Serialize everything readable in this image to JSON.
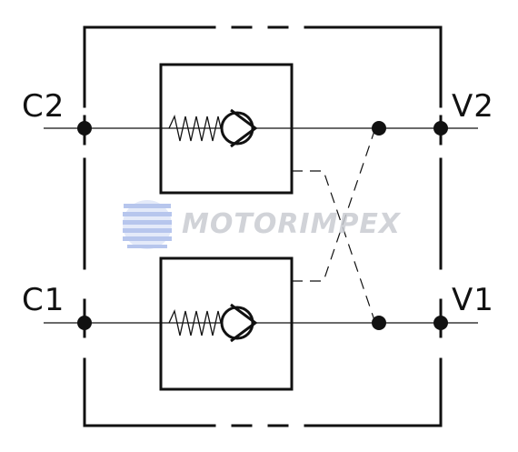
{
  "ports": {
    "c2": "C2",
    "v2": "V2",
    "c1": "C1",
    "v1": "V1"
  },
  "watermark": {
    "text": "MOTORIMPEX"
  },
  "colors": {
    "line": "#111111",
    "watermark": "#c9ccd2",
    "watermark_globe": "#9fb3e8"
  }
}
